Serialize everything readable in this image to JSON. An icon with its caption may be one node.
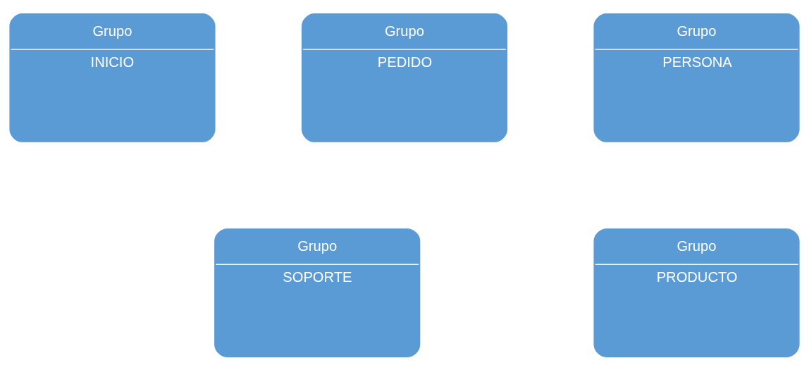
{
  "diagram": {
    "nodes": [
      {
        "text": [
          "Grupo",
          "INICIO"
        ]
      },
      {
        "text": [
          "Grupo",
          "PEDIDO"
        ]
      },
      {
        "text": [
          "Grupo",
          "PERSONA"
        ]
      },
      {
        "text": [
          "Grupo",
          "SOPORTE"
        ]
      },
      {
        "text": [
          "Grupo",
          "PRODUCTO"
        ]
      }
    ]
  }
}
